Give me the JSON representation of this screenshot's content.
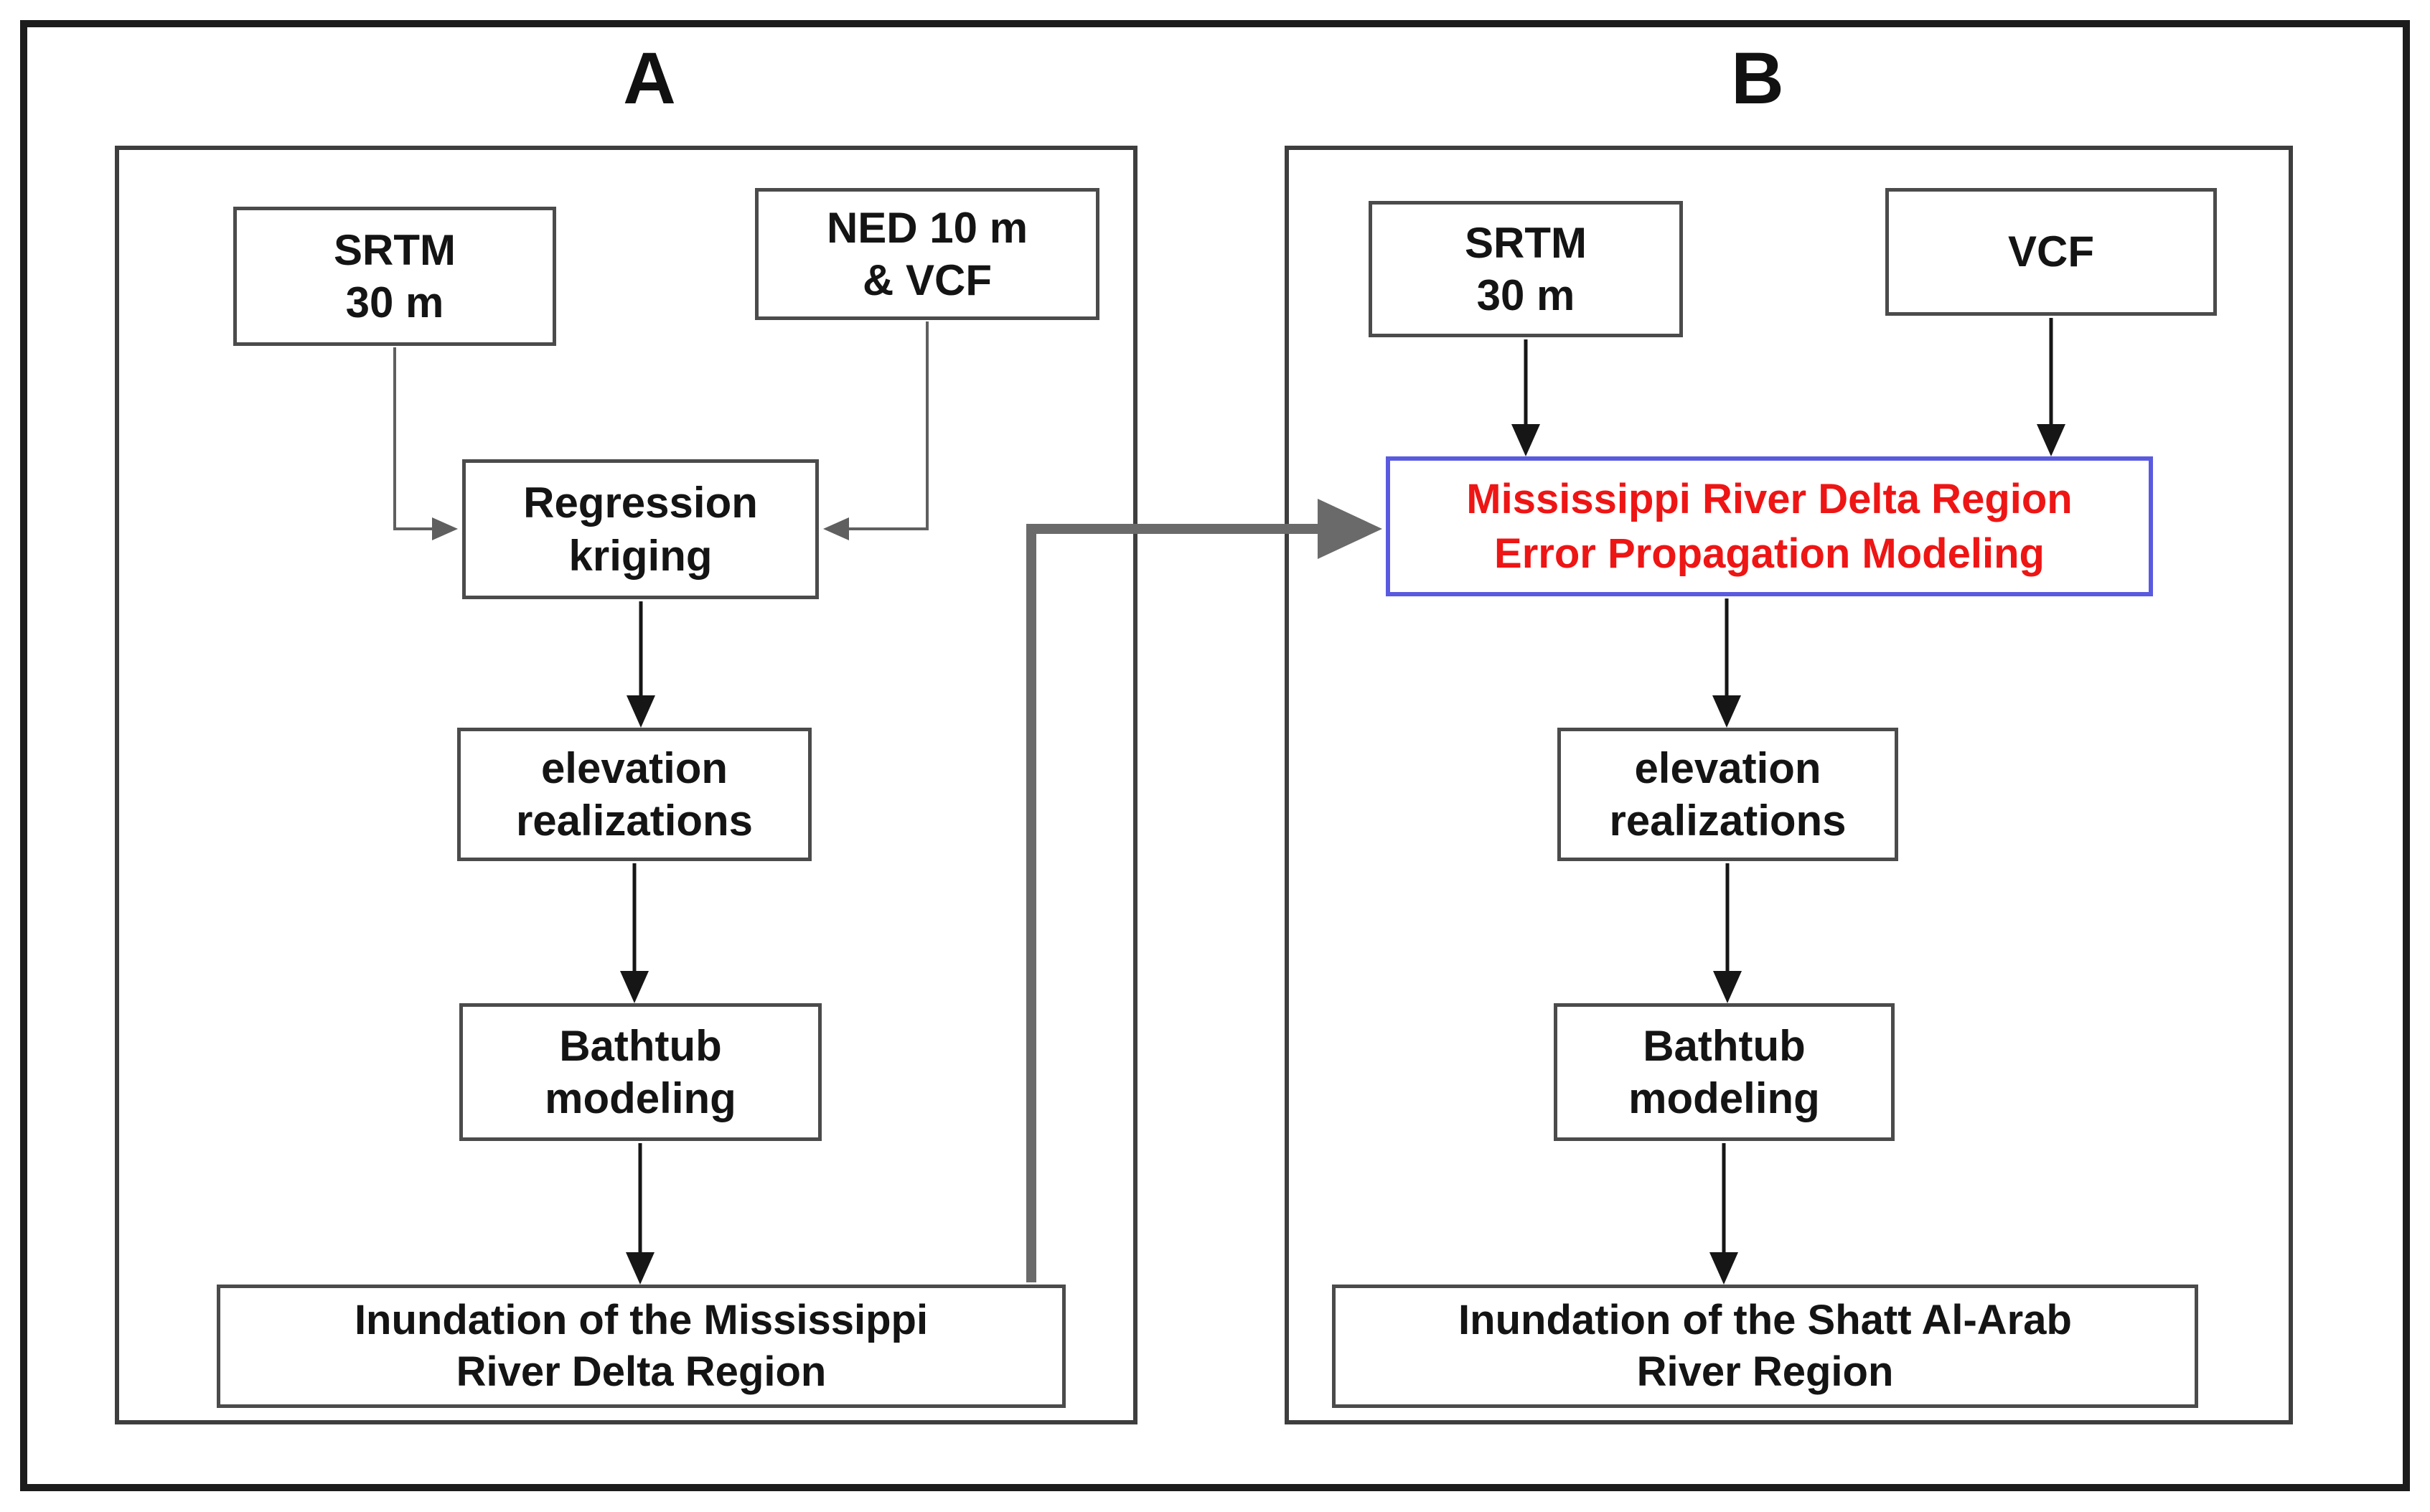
{
  "panels": {
    "a": {
      "label": "A"
    },
    "b": {
      "label": "B"
    }
  },
  "boxes": {
    "srtm_a": {
      "line1": "SRTM",
      "line2": "30 m"
    },
    "ned": {
      "line1": "NED 10 m",
      "line2": "& VCF"
    },
    "regression": {
      "line1": "Regression",
      "line2": "kriging"
    },
    "elevation_a": {
      "line1": "elevation",
      "line2": "realizations"
    },
    "bathtub_a": {
      "line1": "Bathtub",
      "line2": "modeling"
    },
    "inundation_a": {
      "line1": "Inundation of the Mississippi",
      "line2": "River Delta Region"
    },
    "srtm_b": {
      "line1": "SRTM",
      "line2": "30 m"
    },
    "vcf": {
      "line1": "VCF"
    },
    "error_box": {
      "line1": "Mississippi River Delta Region",
      "line2": "Error Propagation Modeling"
    },
    "elevation_b": {
      "line1": "elevation",
      "line2": "realizations"
    },
    "bathtub_b": {
      "line1": "Bathtub",
      "line2": "modeling"
    },
    "inundation_b": {
      "line1": "Inundation of the Shatt Al-Arab",
      "line2": "River Region"
    }
  },
  "colors": {
    "error_text": "#ee1515",
    "error_border": "#5a5ae0",
    "connector_gray": "#6a6a6a",
    "elbow_gray": "#5f5f5f",
    "arrow_black": "#161616",
    "box_border": "#4b4b4b",
    "panel_border": "#3e3e3e",
    "outer_border": "#1c1c1c",
    "background": "#ffffff"
  }
}
